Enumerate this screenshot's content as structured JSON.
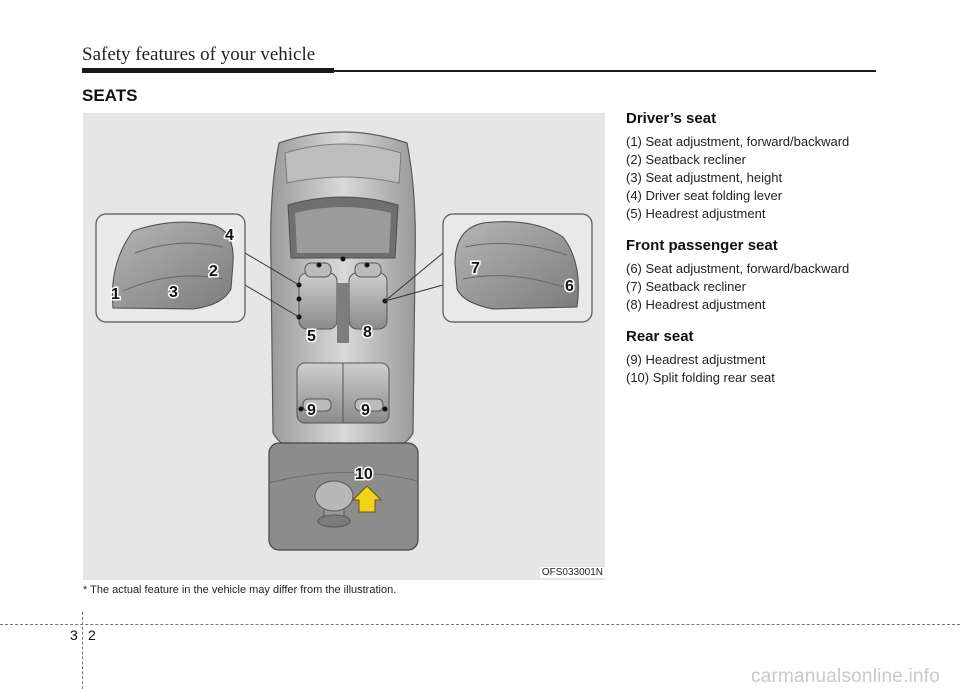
{
  "header": {
    "title": "Safety features of your vehicle"
  },
  "section": {
    "title": "SEATS"
  },
  "illustration": {
    "code": "OFS033001N",
    "callouts": [
      "1",
      "2",
      "3",
      "4",
      "5",
      "6",
      "7",
      "8",
      "9",
      "9",
      "10"
    ]
  },
  "footnote": "* The actual feature in the vehicle may differ from the illustration.",
  "groups": [
    {
      "title": "Driver’s seat",
      "items": [
        "(1) Seat adjustment, forward/backward",
        "(2) Seatback recliner",
        "(3) Seat adjustment, height",
        "(4) Driver seat folding lever",
        "(5) Headrest adjustment"
      ]
    },
    {
      "title": "Front passenger seat",
      "items": [
        "(6) Seat adjustment, forward/backward",
        "(7) Seatback recliner",
        "(8) Headrest adjustment"
      ]
    },
    {
      "title": "Rear seat",
      "items": [
        "(9) Headrest adjustment",
        "(10) Split folding rear seat"
      ]
    }
  ],
  "footer": {
    "chapter": "3",
    "page": "2",
    "watermark": "carmanualsonline.info"
  },
  "colors": {
    "background": "#e6e6e6",
    "accent_arrow": "#f2d21b",
    "rule": "#1a1a1a"
  }
}
